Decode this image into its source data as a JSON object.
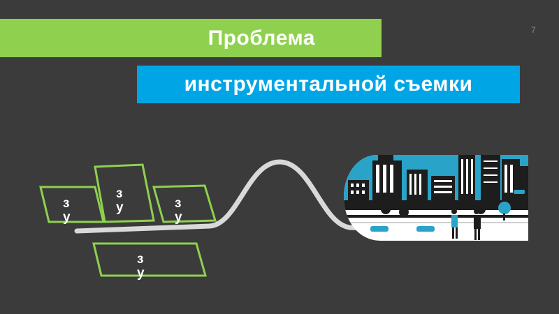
{
  "slide": {
    "title_line1": "Проблема",
    "title_line2": "инструментальной съемки",
    "page_number": "7"
  },
  "parcels": [
    {
      "label_1": "з",
      "label_2": "у"
    },
    {
      "label_1": "з",
      "label_2": "у"
    },
    {
      "label_1": "з",
      "label_2": "у"
    },
    {
      "label_1": "з",
      "label_2": "у"
    }
  ],
  "colors": {
    "background": "#3b3b3b",
    "title_green": "#8fd14f",
    "title_blue": "#00a5e6",
    "parcel_outline": "#8fd14f",
    "road": "#d9d9d9",
    "city_sky": "#2aa3c9",
    "city_dark": "#1d1d1d"
  },
  "icons": [
    "road-curve",
    "city-illustration",
    "people-icon",
    "car-icon",
    "tree-icon"
  ]
}
